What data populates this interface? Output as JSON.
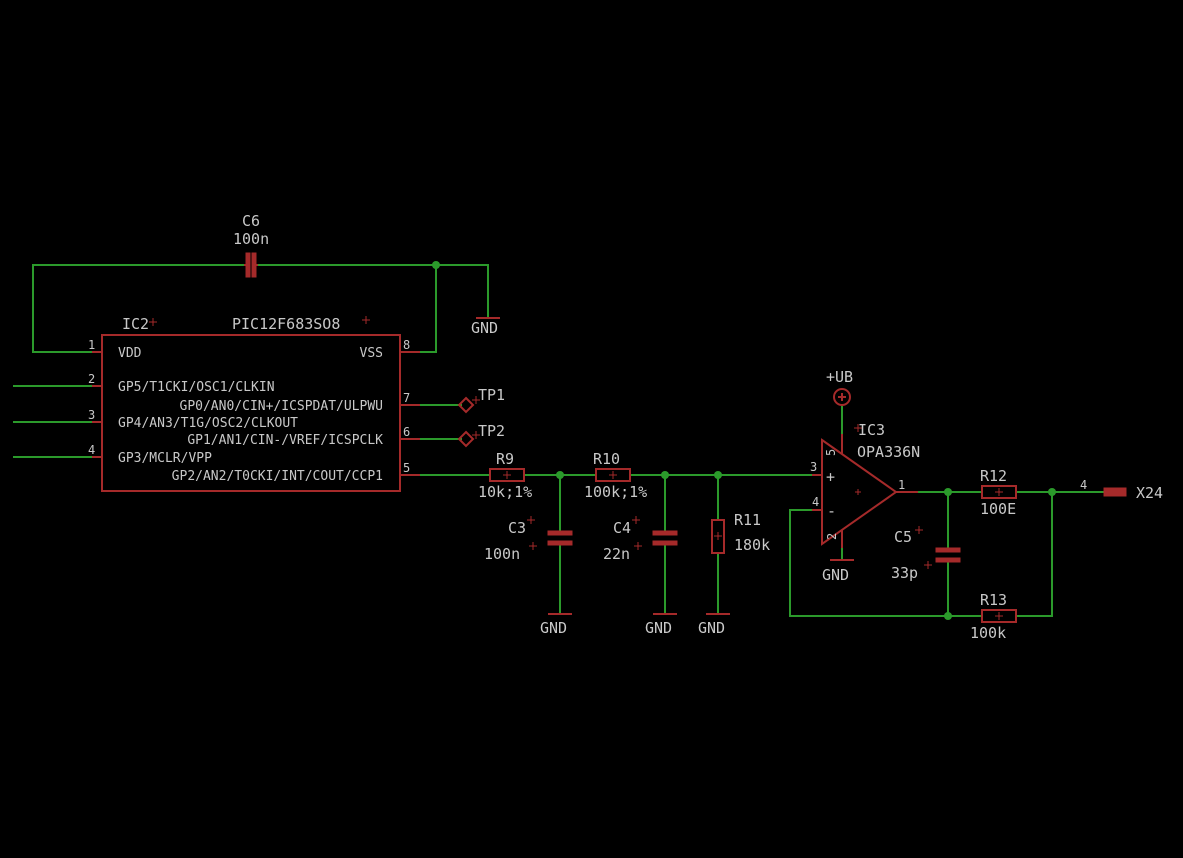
{
  "ic2": {
    "name": "IC2",
    "value": "PIC12F683SO8",
    "pins": [
      {
        "num": "1",
        "name": "VDD"
      },
      {
        "num": "2",
        "name": "GP5/T1CKI/OSC1/CLKIN"
      },
      {
        "num": "3",
        "name": "GP4/AN3/T1G/OSC2/CLKOUT"
      },
      {
        "num": "4",
        "name": "GP3/MCLR/VPP"
      },
      {
        "num": "8",
        "name": "VSS"
      },
      {
        "num": "7",
        "name": "GP0/AN0/CIN+/ICSPDAT/ULPWU"
      },
      {
        "num": "6",
        "name": "GP1/AN1/CIN-/VREF/ICSPCLK"
      },
      {
        "num": "5",
        "name": "GP2/AN2/T0CKI/INT/COUT/CCP1"
      }
    ]
  },
  "ic3": {
    "name": "IC3",
    "value": "OPA336N",
    "pins": [
      {
        "num": "3",
        "name": "+"
      },
      {
        "num": "4",
        "name": "-"
      },
      {
        "num": "5",
        "name": ""
      },
      {
        "num": "2",
        "name": ""
      },
      {
        "num": "1",
        "name": ""
      }
    ]
  },
  "c6": {
    "name": "C6",
    "value": "100n"
  },
  "c3": {
    "name": "C3",
    "value": "100n"
  },
  "c4": {
    "name": "C4",
    "value": "22n"
  },
  "c5": {
    "name": "C5",
    "value": "33p"
  },
  "r9": {
    "name": "R9",
    "value": "10k;1%"
  },
  "r10": {
    "name": "R10",
    "value": "100k;1%"
  },
  "r11": {
    "name": "R11",
    "value": "180k"
  },
  "r12": {
    "name": "R12",
    "value": "100E"
  },
  "r13": {
    "name": "R13",
    "value": "100k"
  },
  "tp1": {
    "name": "TP1"
  },
  "tp2": {
    "name": "TP2"
  },
  "supply": {
    "name": "+UB"
  },
  "connector": {
    "name": "X24",
    "pin": "4"
  },
  "gnd": {
    "label": "GND"
  },
  "colors": {
    "wire": "#2b9a2b",
    "part": "#a52a2a",
    "text": "#c8c8c8",
    "background": "#000000"
  }
}
